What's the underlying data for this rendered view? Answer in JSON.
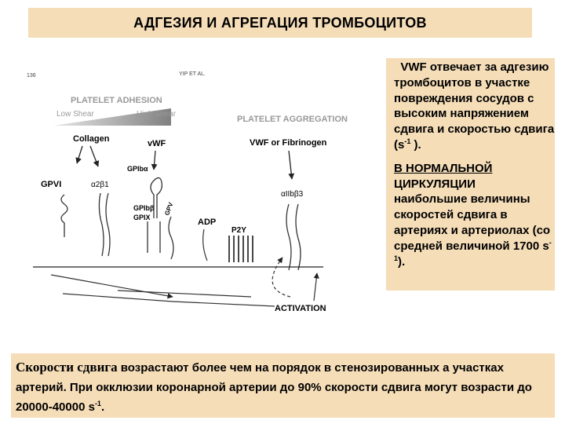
{
  "title": "АДГЕЗИЯ И АГРЕГАЦИЯ ТРОМБОЦИТОВ",
  "figure": {
    "page_number": "136",
    "running_head": "YIP ET AL.",
    "platelet_adhesion": "PLATELET ADHESION",
    "low_shear": "Low Shear",
    "high_shear": "High Shear",
    "platelet_aggregation": "PLATELET AGGREGATION",
    "collagen": "Collagen",
    "vwf": "vWF",
    "vwf_or_fibrinogen": "VWF or Fibrinogen",
    "gpvi": "GPVI",
    "a2b1": "α2β1",
    "gpib_a": "GPIbα",
    "gpib_b": "GPIbβ",
    "gpix": "GPIX",
    "gpv": "GPV",
    "adp": "ADP",
    "p2y": "P2Y",
    "aiib3": "αIIbβ3",
    "activation": "ACTIVATION"
  },
  "right": {
    "p1_a": "VWF отвечает за адгезию тромбоцитов в участке повреждения сосудов с высоким напряжением сдвига и скоростью сдвига (s",
    "p1_sup": "-1",
    "p1_b": ").",
    "p2_underline": "В НОРМАЛЬНОЙ",
    "p2_line2": "ЦИРКУЛЯЦИИ",
    "p2_rest": "наибольшие величины скоростей сдвига в артериях и артериолах (со средней величиной 1700 s",
    "p2_sup": "-1",
    "p2_end": ")."
  },
  "bottom": {
    "part1": "Скорости сдвига",
    "part2": " возрастают более чем на порядок в стенозированных а участках артерий. При окклюзии коронарной артерии до 90% скорости сдвига могут возрасти до 20000-40000 s",
    "sup": "-1",
    "end": "."
  }
}
